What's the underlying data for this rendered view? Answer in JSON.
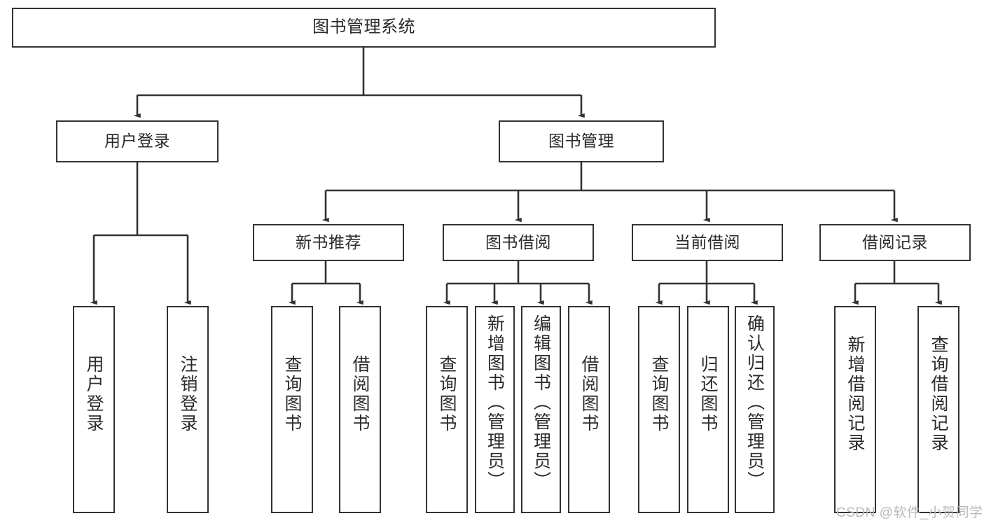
{
  "diagram": {
    "title": "图书管理系统",
    "type": "tree-hierarchy",
    "orientation": "top-down",
    "box_border_color": "#333333",
    "box_fill_color": "#ffffff",
    "edge_color": "#333333",
    "text_color": "#2b2b2b",
    "root": {
      "id": "root",
      "label": "图书管理系统"
    },
    "level2": [
      {
        "id": "user-login",
        "label": "用户登录"
      },
      {
        "id": "book-management",
        "label": "图书管理"
      }
    ],
    "level3": [
      {
        "id": "new-book-recommend",
        "label": "新书推荐",
        "parent": "book-management"
      },
      {
        "id": "book-borrow",
        "label": "图书借阅",
        "parent": "book-management"
      },
      {
        "id": "current-borrow",
        "label": "当前借阅",
        "parent": "book-management"
      },
      {
        "id": "borrow-record",
        "label": "借阅记录",
        "parent": "book-management"
      }
    ],
    "leaves": [
      {
        "id": "leaf-user-login",
        "label": "用户登录",
        "parent": "user-login"
      },
      {
        "id": "leaf-logout-login",
        "label": "注销登录",
        "parent": "user-login"
      },
      {
        "id": "leaf-query-book-1",
        "label": "查询图书",
        "parent": "new-book-recommend"
      },
      {
        "id": "leaf-borrow-book-1",
        "label": "借阅图书",
        "parent": "new-book-recommend"
      },
      {
        "id": "leaf-query-book-2",
        "label": "查询图书",
        "parent": "book-borrow"
      },
      {
        "id": "leaf-add-book",
        "label": "新增图书（管理员）",
        "parent": "book-borrow"
      },
      {
        "id": "leaf-edit-book",
        "label": "编辑图书（管理员）",
        "parent": "book-borrow"
      },
      {
        "id": "leaf-borrow-book-2",
        "label": "借阅图书",
        "parent": "book-borrow"
      },
      {
        "id": "leaf-query-book-3",
        "label": "查询图书",
        "parent": "current-borrow"
      },
      {
        "id": "leaf-return-book",
        "label": "归还图书",
        "parent": "current-borrow"
      },
      {
        "id": "leaf-confirm-return",
        "label": "确认归还（管理员）",
        "parent": "current-borrow"
      },
      {
        "id": "leaf-add-record",
        "label": "新增借阅记录",
        "parent": "borrow-record"
      },
      {
        "id": "leaf-query-record",
        "label": "查询借阅记录",
        "parent": "borrow-record"
      }
    ]
  },
  "watermark": {
    "text": "CSDN @软件_小贺同学"
  }
}
